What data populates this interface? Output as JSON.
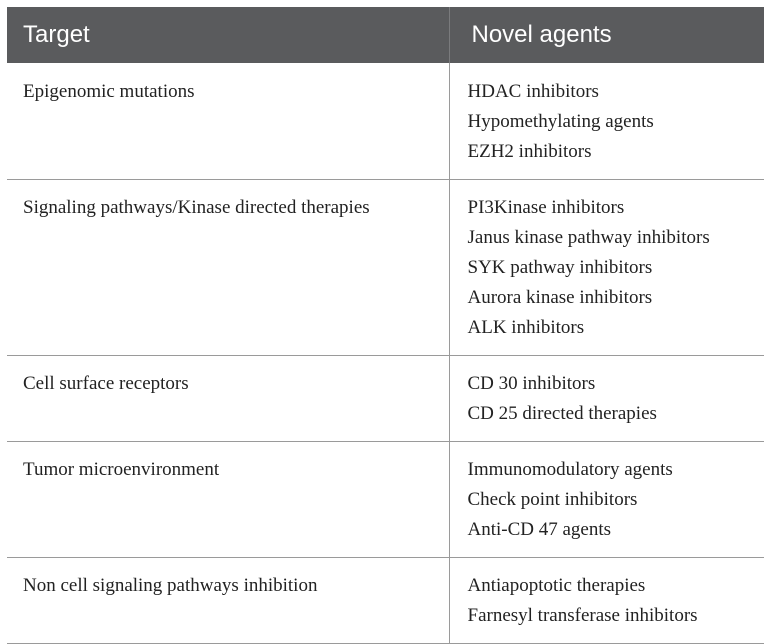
{
  "table": {
    "headers": {
      "target": "Target",
      "agents": "Novel agents"
    },
    "rows": [
      {
        "target": "Epigenomic mutations",
        "agents": [
          "HDAC inhibitors",
          "Hypomethylating agents",
          "EZH2 inhibitors"
        ]
      },
      {
        "target": "Signaling pathways/Kinase directed therapies",
        "agents": [
          "PI3Kinase inhibitors",
          "Janus kinase pathway inhibitors",
          "SYK pathway inhibitors",
          "Aurora kinase inhibitors",
          "ALK inhibitors"
        ]
      },
      {
        "target": "Cell surface receptors",
        "agents": [
          "CD 30 inhibitors",
          "CD 25 directed therapies"
        ]
      },
      {
        "target": "Tumor microenvironment",
        "agents": [
          "Immunomodulatory agents",
          "Check point inhibitors",
          "Anti-CD 47 agents"
        ]
      },
      {
        "target": "Non cell signaling pathways inhibition",
        "agents": [
          "Antiapoptotic therapies",
          "Farnesyl transferase inhibitors"
        ]
      }
    ]
  },
  "colors": {
    "header_bg": "#5a5b5d",
    "header_text": "#ffffff",
    "rule": "#9a9a9a"
  }
}
